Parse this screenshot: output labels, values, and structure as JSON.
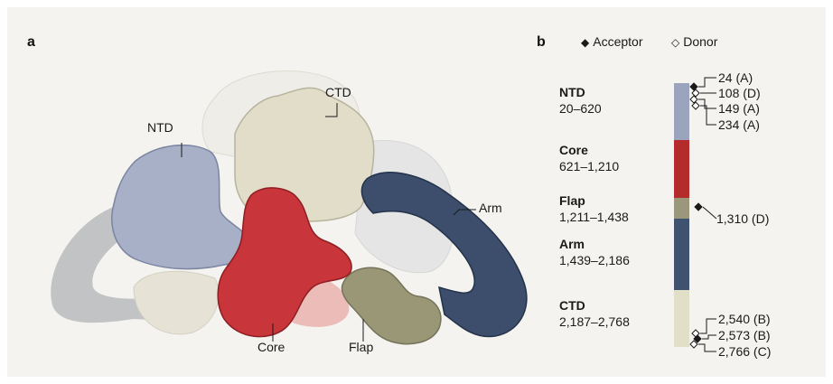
{
  "panel_a": {
    "letter": "a",
    "labels": {
      "ntd": "NTD",
      "ctd": "CTD",
      "arm": "Arm",
      "core": "Core",
      "flap": "Flap"
    }
  },
  "panel_b": {
    "letter": "b",
    "legend": {
      "acceptor_glyph": "◆",
      "acceptor": "Acceptor",
      "donor_glyph": "◇",
      "donor": "Donor"
    },
    "domains": [
      {
        "name": "NTD",
        "range": "20–620",
        "start": 20,
        "end": 620,
        "color": "#9ba4bd"
      },
      {
        "name": "Core",
        "range": "621–1,210",
        "start": 621,
        "end": 1210,
        "color": "#b52a2a"
      },
      {
        "name": "Flap",
        "range": "1,211–1,438",
        "start": 1211,
        "end": 1438,
        "color": "#9a977a"
      },
      {
        "name": "Arm",
        "range": "1,439–2,186",
        "start": 1439,
        "end": 2186,
        "color": "#3f5270"
      },
      {
        "name": "CTD",
        "range": "2,187–2,768",
        "start": 2187,
        "end": 2768,
        "color": "#e2dfc8"
      }
    ],
    "sites": [
      {
        "label": "24 (A)",
        "position": 24,
        "type": "acceptor"
      },
      {
        "label": "108 (D)",
        "position": 108,
        "type": "donor"
      },
      {
        "label": "149 (A)",
        "position": 149,
        "type": "donor"
      },
      {
        "label": "234 (A)",
        "position": 234,
        "type": "donor"
      },
      {
        "label": "1,310 (D)",
        "position": 1310,
        "type": "acceptor"
      },
      {
        "label": "2,540 (B)",
        "position": 2540,
        "type": "donor"
      },
      {
        "label": "2,573 (B)",
        "position": 2573,
        "type": "acceptor"
      },
      {
        "label": "2,766 (C)",
        "position": 2766,
        "type": "donor"
      }
    ]
  }
}
